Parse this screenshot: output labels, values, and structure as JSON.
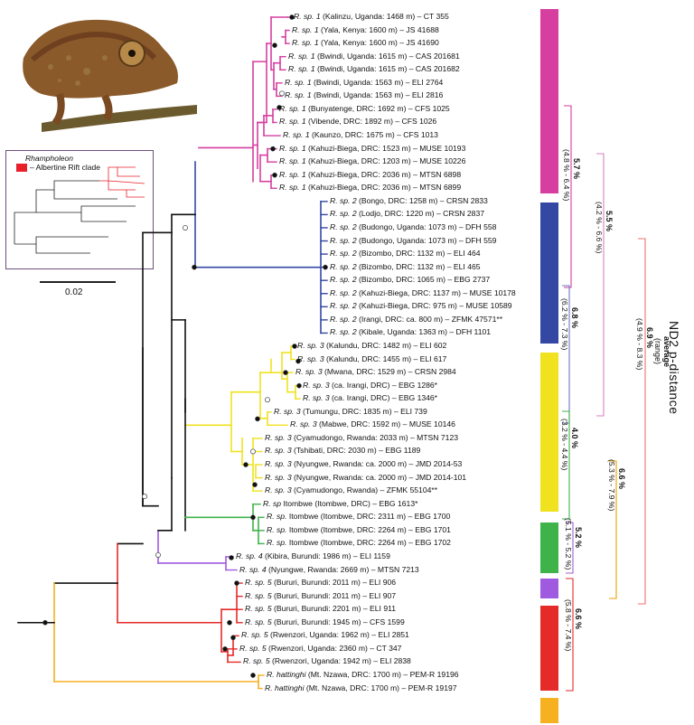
{
  "inset": {
    "title": "Rhampholeon",
    "legend_label": "– Albertine Rift clade",
    "legend_color": "#e8202a"
  },
  "scale": {
    "label": "0.02"
  },
  "axis_title": "ND2 p-distance",
  "axis_sub1": "average",
  "axis_sub2": "(range)",
  "colors": {
    "sp1": "#d63ea0",
    "sp2": "#3347a3",
    "sp3": "#f0e21e",
    "itombwe": "#3db34a",
    "sp4": "#a05ae0",
    "sp5": "#e52a2a",
    "hattinghi": "#f5b120",
    "stem": "#111111"
  },
  "tips": [
    {
      "sp": "R. sp. 1",
      "rest": " (Kalinzu, Uganda: 1468 m) – CT 355"
    },
    {
      "sp": "R. sp. 1",
      "rest": " (Yala, Kenya: 1600 m) – JS 41688"
    },
    {
      "sp": "R. sp. 1",
      "rest": " (Yala, Kenya: 1600 m) – JS 41690"
    },
    {
      "sp": "R. sp. 1",
      "rest": " (Bwindi, Uganda: 1615 m) – CAS 201681"
    },
    {
      "sp": "R. sp. 1",
      "rest": " (Bwindi, Uganda: 1615 m) – CAS 201682"
    },
    {
      "sp": "R. sp. 1",
      "rest": " (Bwindi, Uganda: 1563 m) – ELI 2764"
    },
    {
      "sp": "R. sp. 1",
      "rest": " (Bwindi, Uganda: 1563 m) – ELI 2816"
    },
    {
      "sp": "R. sp. 1",
      "rest": " (Bunyatenge, DRC: 1692 m) – CFS 1025"
    },
    {
      "sp": "R. sp. 1",
      "rest": " (Vibende, DRC: 1892 m) – CFS 1026"
    },
    {
      "sp": "R. sp. 1",
      "rest": " (Kaunzo, DRC: 1675 m) – CFS 1013"
    },
    {
      "sp": "R. sp. 1",
      "rest": " (Kahuzi-Biega, DRC: 1523 m) – MUSE 10193"
    },
    {
      "sp": "R. sp. 1",
      "rest": " (Kahuzi-Biega, DRC: 1203 m) – MUSE 10226"
    },
    {
      "sp": "R. sp. 1",
      "rest": " (Kahuzi-Biega, DRC: 2036 m) – MTSN 6898"
    },
    {
      "sp": "R. sp. 1",
      "rest": " (Kahuzi-Biega, DRC: 2036 m) – MTSN 6899"
    },
    {
      "sp": "R. sp. 2",
      "rest": " (Bongo, DRC: 1258 m) – CRSN 2833"
    },
    {
      "sp": "R. sp. 2",
      "rest": " (Lodjo, DRC: 1220 m) – CRSN 2837"
    },
    {
      "sp": "R. sp. 2",
      "rest": " (Budongo, Uganda: 1073 m) – DFH 558"
    },
    {
      "sp": "R. sp. 2",
      "rest": " (Budongo, Uganda: 1073 m) – DFH 559"
    },
    {
      "sp": "R. sp. 2",
      "rest": " (Bizombo, DRC: 1132 m) – ELI 464"
    },
    {
      "sp": "R. sp. 2",
      "rest": " (Bizombo, DRC: 1132 m) – ELI 465"
    },
    {
      "sp": "R. sp. 2",
      "rest": " (Bizombo, DRC: 1065 m) – EBG 2737"
    },
    {
      "sp": "R. sp. 2",
      "rest": " (Kahuzi-Biega, DRC: 1137 m) – MUSE 10178"
    },
    {
      "sp": "R. sp. 2",
      "rest": " (Kahuzi-Biega, DRC: 975 m) – MUSE 10589"
    },
    {
      "sp": "R. sp. 2",
      "rest": " (Irangi, DRC: ca. 800 m) – ZFMK 47571**"
    },
    {
      "sp": "R. sp. 2",
      "rest": " (Kibale, Uganda: 1363 m) – DFH 1101"
    },
    {
      "sp": "R. sp. 3",
      "rest": " (Kalundu, DRC: 1482 m) – ELI 602"
    },
    {
      "sp": "R. sp. 3",
      "rest": " (Kalundu, DRC: 1455 m) – ELI 617"
    },
    {
      "sp": "R. sp. 3",
      "rest": " (Mwana, DRC: 1529 m) – CRSN 2984"
    },
    {
      "sp": "R. sp. 3",
      "rest": " (ca. Irangi, DRC) – EBG 1286*"
    },
    {
      "sp": "R. sp. 3",
      "rest": " (ca. Irangi, DRC) – EBG 1346*"
    },
    {
      "sp": "R. sp. 3",
      "rest": " (Tumungu, DRC: 1835 m) – ELI 739"
    },
    {
      "sp": "R. sp. 3",
      "rest": " (Mabwe, DRC: 1592 m) – MUSE 10146"
    },
    {
      "sp": "R. sp. 3",
      "rest": " (Cyamudongo, Rwanda: 2033 m) – MTSN 7123"
    },
    {
      "sp": "R. sp. 3",
      "rest": " (Tshibati, DRC: 2030 m) – EBG 1189"
    },
    {
      "sp": "R. sp. 3",
      "rest": " (Nyungwe, Rwanda: ca. 2000 m) – JMD 2014-53"
    },
    {
      "sp": "R. sp. 3",
      "rest": " (Nyungwe, Rwanda: ca. 2000 m) – JMD 2014-101"
    },
    {
      "sp": "R. sp. 3",
      "rest": " (Cyamudongo, Rwanda) – ZFMK 55104**"
    },
    {
      "sp": "R. sp",
      "rest": " Itombwe (Itombwe, DRC) – EBG 1613*"
    },
    {
      "sp": "R. sp.",
      "rest": " Itombwe (Itombwe, DRC: 2311 m) – EBG 1700"
    },
    {
      "sp": "R. sp.",
      "rest": " Itombwe (Itombwe, DRC: 2264 m) – EBG 1701"
    },
    {
      "sp": "R. sp.",
      "rest": " Itombwe (Itombwe, DRC: 2264 m) – EBG 1702"
    },
    {
      "sp": "R. sp. 4",
      "rest": " (Kibira, Burundi: 1986 m) – ELI 1159"
    },
    {
      "sp": "R. sp. 4",
      "rest": " (Nyungwe, Rwanda: 2669 m) – MTSN 7213"
    },
    {
      "sp": "R. sp. 5",
      "rest": " (Bururi, Burundi: 2011 m) – ELI 906"
    },
    {
      "sp": "R. sp. 5",
      "rest": " (Bururi, Burundi: 2011 m) – ELI 907"
    },
    {
      "sp": "R. sp. 5",
      "rest": " (Bururi, Burundi: 2201 m) – ELI 911"
    },
    {
      "sp": "R. sp. 5",
      "rest": " (Bururi, Burundi: 1945 m) – CFS 1599"
    },
    {
      "sp": "R. sp. 5",
      "rest": " (Rwenzori, Uganda: 1962 m) – ELI 2851"
    },
    {
      "sp": "R. sp. 5",
      "rest": " (Rwenzori, Uganda: 2360 m) – CT 347"
    },
    {
      "sp": "R. sp. 5",
      "rest": " (Rwenzori, Uganda: 1942 m) – ELI 2838"
    },
    {
      "sp": "R. hattinghi",
      "rest": " (Mt. Nzawa, DRC: 1700 m) – PEM-R 19196"
    },
    {
      "sp": "R. hattinghi",
      "rest": " (Mt. Nzawa, DRC: 1700 m) – PEM-R 19197"
    }
  ],
  "distances": [
    {
      "avg": "5.7 %",
      "range": "(4.8 % - 6.4 %)"
    },
    {
      "avg": "5.5 %",
      "range": "(4.2 % - 6.6 %)"
    },
    {
      "avg": "6.9 %",
      "range": "(4.9 % - 8.3 %)"
    },
    {
      "avg": "6.8 %",
      "range": "(6.2 % - 7.3 %)"
    },
    {
      "avg": "4.0 %",
      "range": "(3.2 % - 4.4 %)"
    },
    {
      "avg": "5.2 %",
      "range": "(5.1 % - 5.2 %)"
    },
    {
      "avg": "6.6 %",
      "range": "(5.3 % - 7.9 %)"
    },
    {
      "avg": "6.6 %",
      "range": "(5.8 % - 7.4 %)"
    }
  ]
}
